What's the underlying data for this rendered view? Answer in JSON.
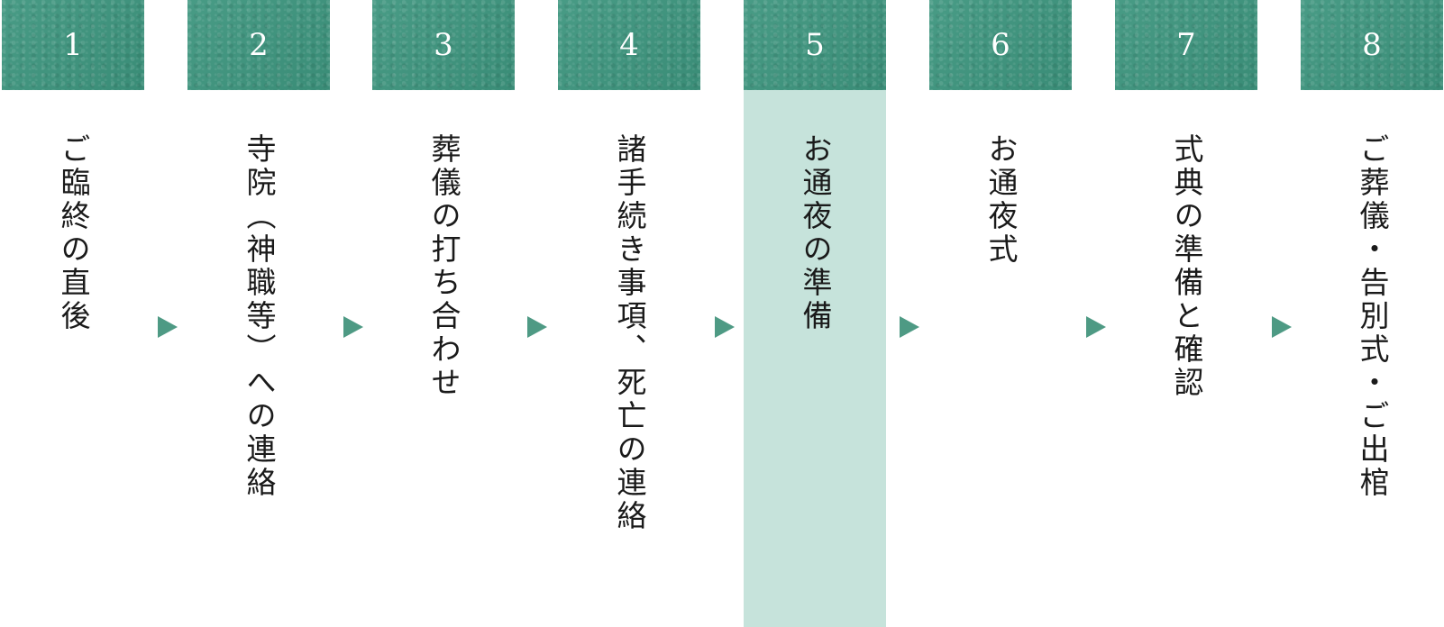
{
  "accent_color": "#3d957e",
  "active_highlight_color": "#c6e3db",
  "arrow_color": "#4e9a84",
  "active_step": "5",
  "steps": [
    {
      "number": "1",
      "label": "ご臨終の直後"
    },
    {
      "number": "2",
      "label": "寺院（神職等）への連絡"
    },
    {
      "number": "3",
      "label": "葬儀の打ち合わせ"
    },
    {
      "number": "4",
      "label": "諸手続き事項、死亡の連絡"
    },
    {
      "number": "5",
      "label": "お通夜の準備"
    },
    {
      "number": "6",
      "label": "お通夜式"
    },
    {
      "number": "7",
      "label": "式典の準備と確認"
    },
    {
      "number": "8",
      "label": "ご葬儀・告別式・ご出棺"
    }
  ]
}
